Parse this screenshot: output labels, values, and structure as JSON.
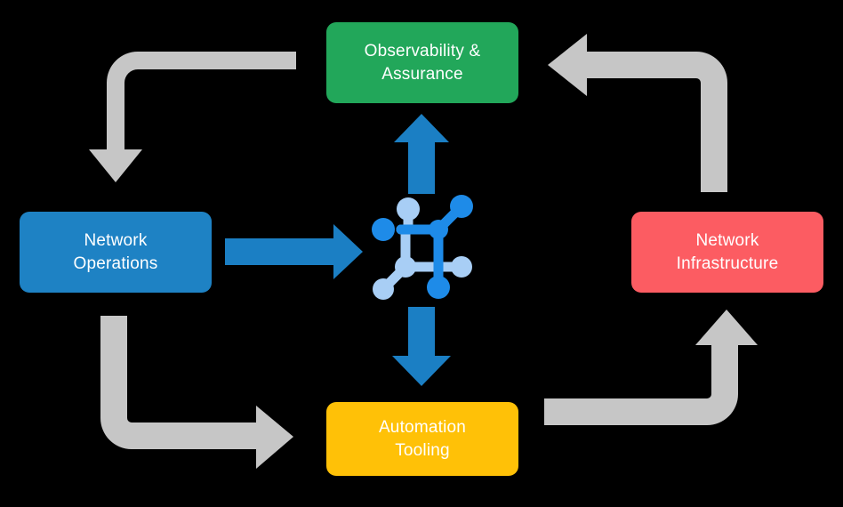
{
  "diagram": {
    "title": "Network Operations Lifecycle Cycle Diagram",
    "background_color": "#000000",
    "layout": "four-node clockwise cycle around central network icon",
    "nodes": [
      {
        "id": "observability",
        "label": "Observability &\nAssurance",
        "color": "#22A75A",
        "position": "top"
      },
      {
        "id": "operations",
        "label": "Network\nOperations",
        "color": "#1E82C4",
        "position": "left"
      },
      {
        "id": "infrastructure",
        "label": "Network\nInfrastructure",
        "color": "#FC5C62",
        "position": "right"
      },
      {
        "id": "automation",
        "label": "Automation\nTooling",
        "color": "#FFC107",
        "position": "bottom"
      }
    ],
    "center": {
      "icon_name": "network-topology-icon",
      "color_primary": "#1E8BE8",
      "color_secondary": "#A8CEF5"
    },
    "blue_arrows": [
      {
        "id": "operations-to-center",
        "direction": "right",
        "color": "#1B7FC4"
      },
      {
        "id": "center-to-observability",
        "direction": "up",
        "color": "#1B7FC4"
      },
      {
        "id": "center-to-automation",
        "direction": "down",
        "color": "#1B7FC4"
      }
    ],
    "grey_arrows": [
      {
        "id": "observability-to-operations",
        "path": "top-left elbow, ends pointing down",
        "color": "#C6C6C6"
      },
      {
        "id": "infrastructure-to-observability",
        "path": "top-right elbow, ends pointing left",
        "color": "#C6C6C6"
      },
      {
        "id": "operations-to-automation",
        "path": "bottom-left elbow, ends pointing right",
        "color": "#C6C6C6"
      },
      {
        "id": "automation-to-infrastructure",
        "path": "bottom-right elbow, ends pointing up",
        "color": "#C6C6C6"
      }
    ]
  }
}
